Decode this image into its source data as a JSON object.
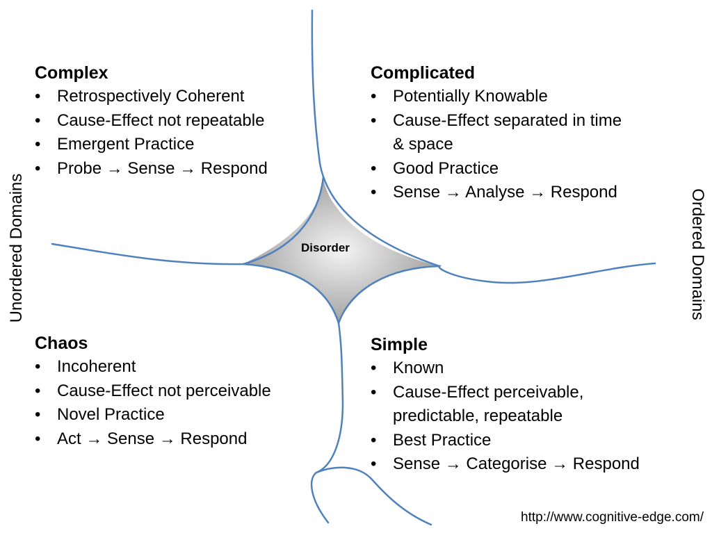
{
  "diagram": {
    "center_label": "Disorder",
    "left_label": "Unordered Domains",
    "right_label": "Ordered Domains",
    "source": "http://www.cognitive-edge.com/",
    "bullet": "•",
    "colors": {
      "line": "#4f81bd",
      "disorder_fill_light": "#f4f4f4",
      "disorder_fill_dark": "#9a9a9a"
    }
  },
  "quadrants": {
    "complex": {
      "title": "Complex",
      "items": [
        "Retrospectively Coherent",
        "Cause-Effect not repeatable",
        "Emergent Practice",
        "Probe → Sense → Respond"
      ]
    },
    "complicated": {
      "title": "Complicated",
      "items": [
        "Potentially Knowable",
        "Cause-Effect separated in time",
        "& space",
        "Good Practice",
        "Sense → Analyse → Respond"
      ]
    },
    "chaos": {
      "title": "Chaos",
      "items": [
        "Incoherent",
        "Cause-Effect not perceivable",
        "Novel Practice",
        "Act → Sense → Respond"
      ]
    },
    "simple": {
      "title": "Simple",
      "items": [
        "Known",
        "Cause-Effect perceivable,",
        "predictable, repeatable",
        "Best Practice",
        "Sense → Categorise → Respond"
      ]
    }
  }
}
